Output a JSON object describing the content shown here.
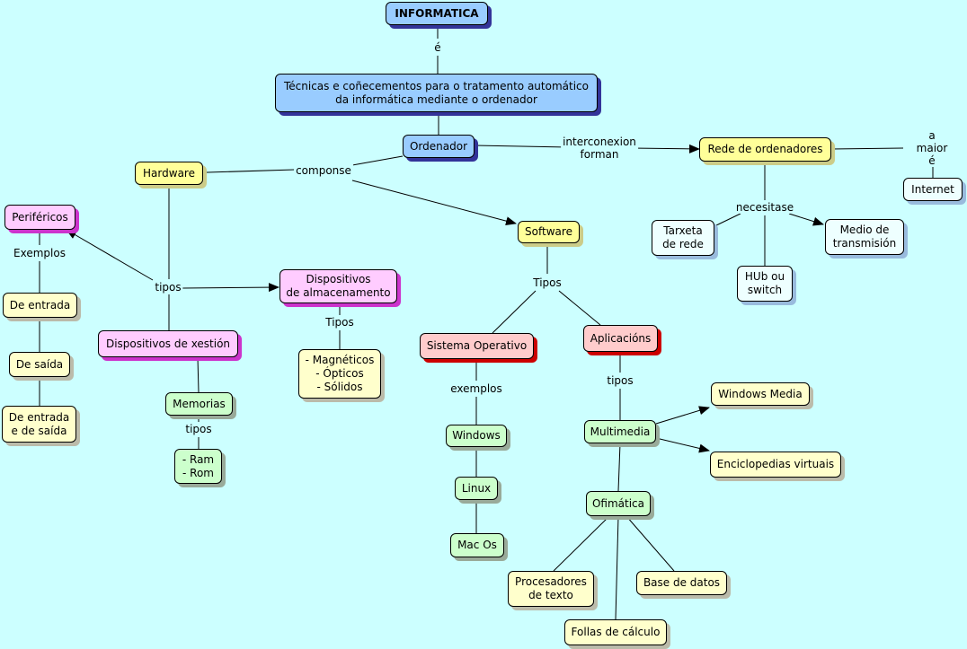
{
  "nodes": {
    "informatica": "INFORMATICA",
    "tecnicas": "Técnicas e coñecementos para o tratamento automático\nda informática mediante o ordenador",
    "ordenador": "Ordenador",
    "hardware": "Hardware",
    "software": "Software",
    "rede": "Rede de ordenadores",
    "internet": "Internet",
    "tarxeta": "Tarxeta\nde rede",
    "medio": "Medio de\ntransmisión",
    "hub": "HUb ou\nswitch",
    "perifericos": "Periféricos",
    "de_entrada": "De entrada",
    "de_saida": "De saída",
    "de_entrada_saida": "De entrada\ne de saída",
    "dispositivos_alm": "Dispositivos\nde almacenamento",
    "magneticos": "- Magnéticos\n- Ópticos\n- Sólidos",
    "dispositivos_xes": "Dispositivos de xestión",
    "memorias": "Memorias",
    "ram_rom": "- Ram\n- Rom",
    "sistema_op": "Sistema Operativo",
    "windows": "Windows",
    "linux": "Linux",
    "macos": "Mac Os",
    "aplicacions": "Aplicacións",
    "multimedia": "Multimedia",
    "windows_media": "Windows Media",
    "enciclopedias": "Enciclopedias virtuais",
    "ofimatica": "Ofimática",
    "procesadores": "Procesadores\nde texto",
    "base_datos": "Base de datos",
    "follas": "Follas de cálculo"
  },
  "labels": {
    "e": "é",
    "interconexion": "interconexion\nforman",
    "a_maior": "a maior é",
    "composne": "componse",
    "necesitase": "necesitase",
    "exemplos_perif": "Exemplos",
    "tipos_hw": "tipos",
    "tipos_alm": "Tipos",
    "tipos_mem": "tipos",
    "tipos_sw": "Tipos",
    "exemplos_so": "exemplos",
    "tipos_apl": "tipos"
  }
}
